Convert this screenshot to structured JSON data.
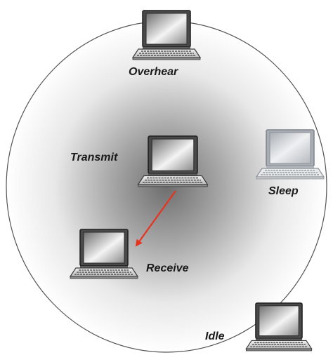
{
  "labels": {
    "overhear": "Overhear",
    "transmit": "Transmit",
    "sleep": "Sleep",
    "receive": "Receive",
    "idle": "Idle"
  },
  "colors": {
    "arrow": "#e8321e",
    "range_border": "#555555",
    "range_center": "#707070",
    "range_edge": "#ffffff",
    "laptop_frame": "#3c3c3c",
    "sleep_frame": "#9a9a9a"
  },
  "icons": [
    "laptop-icon"
  ]
}
